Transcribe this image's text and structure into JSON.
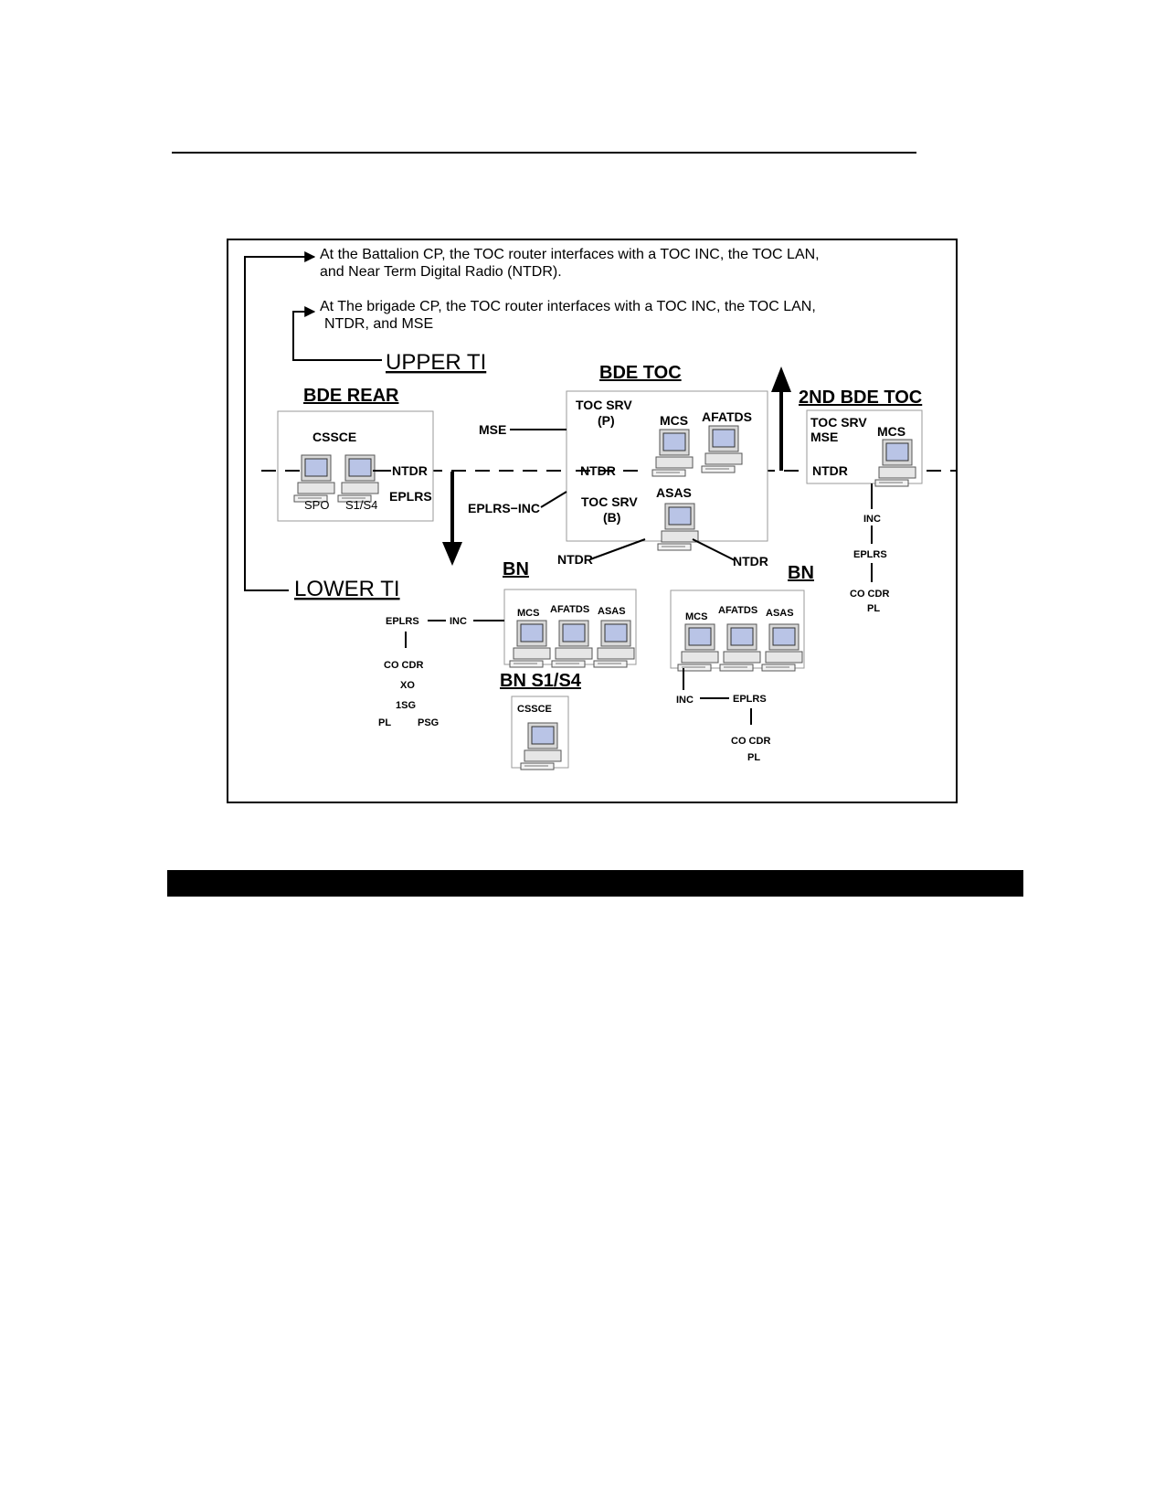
{
  "notes": {
    "battalion_line1": "At the Battalion CP, the TOC router interfaces with a TOC INC, the TOC LAN,",
    "battalion_line2": "and Near Term Digital Radio (NTDR).",
    "brigade_line1": "At The brigade CP, the TOC router interfaces with a TOC INC, the TOC LAN,",
    "brigade_line2": "NTDR, and MSE"
  },
  "tiers": {
    "upper": "UPPER TI",
    "lower": "LOWER TI"
  },
  "bde_rear": {
    "title": "BDE REAR",
    "cssce": "CSSCE",
    "spo": "SPO",
    "s1s4": "S1/S4",
    "ntdr": "NTDR",
    "eplrs": "EPLRS"
  },
  "bde_toc": {
    "title": "BDE TOC",
    "toc_srv_p_1": "TOC SRV",
    "toc_srv_p_2": "(P)",
    "mcs": "MCS",
    "afatds": "AFATDS",
    "toc_srv_b_1": "TOC SRV",
    "toc_srv_b_2": "(B)",
    "asas": "ASAS",
    "ntdr": "NTDR"
  },
  "links": {
    "mse": "MSE",
    "eplrs_inc": "EPLRS−INC",
    "ntdr_left": "NTDR",
    "ntdr_right": "NTDR"
  },
  "second_bde_toc": {
    "title": "2ND BDE TOC",
    "toc_srv": "TOC SRV",
    "mse": "MSE",
    "mcs": "MCS",
    "ntdr": "NTDR",
    "inc": "INC",
    "eplrs": "EPLRS",
    "co_cdr": "CO CDR",
    "pl": "PL"
  },
  "bn_left": {
    "title": "BN",
    "mcs": "MCS",
    "afatds": "AFATDS",
    "asas": "ASAS",
    "eplrs": "EPLRS",
    "inc": "INC",
    "co_cdr": "CO CDR",
    "xo": "XO",
    "first_sg": "1SG",
    "pl": "PL",
    "psg": "PSG"
  },
  "bn_right": {
    "title": "BN",
    "mcs": "MCS",
    "afatds": "AFATDS",
    "asas": "ASAS",
    "inc": "INC",
    "eplrs": "EPLRS",
    "co_cdr": "CO CDR",
    "pl": "PL"
  },
  "bn_s1s4": {
    "title": "BN S1/S4",
    "cssce": "CSSCE"
  },
  "colors": {
    "ink": "#000000",
    "box_border": "#9a9a9a",
    "screen": "#b9c4e6",
    "case": "#e6e6e6"
  },
  "icons": [
    "computer-workstation-icon",
    "arrow-right-icon",
    "arrow-up-icon",
    "arrow-down-icon"
  ]
}
